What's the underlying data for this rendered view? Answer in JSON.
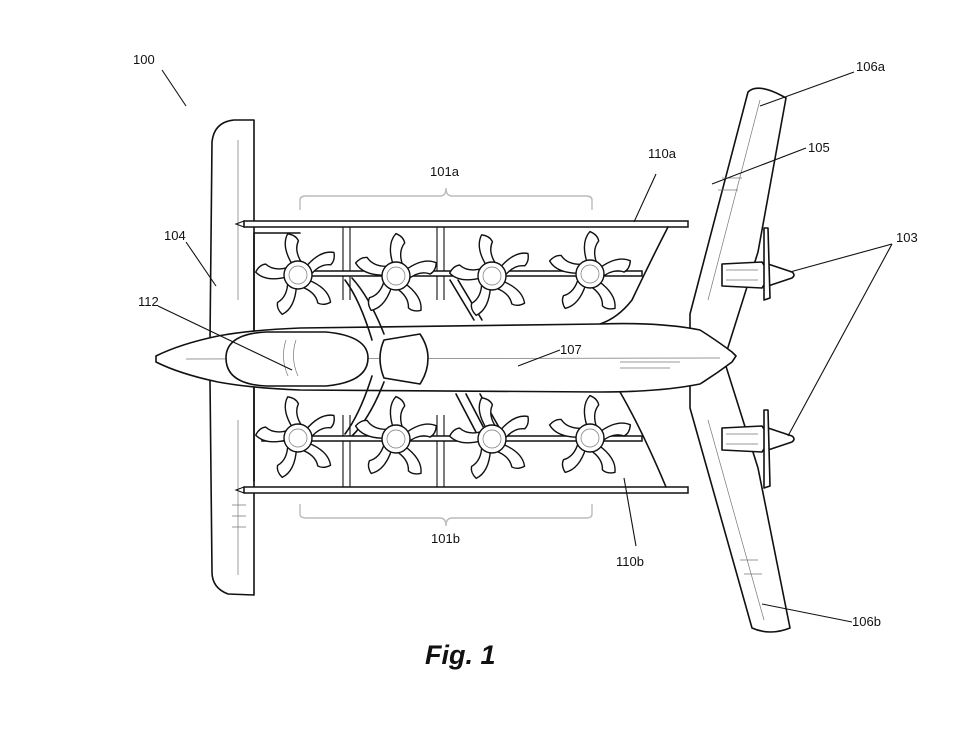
{
  "figure": {
    "caption": "Fig. 1",
    "labels": {
      "aircraft": "100",
      "rotor_group_top": "101a",
      "rotor_group_bottom": "101b",
      "pusher_propellers": "103",
      "canard": "104",
      "main_wing": "105",
      "wing_tip_top": "106a",
      "wing_tip_bottom": "106b",
      "fuselage": "107",
      "boom_top": "110a",
      "boom_bottom": "110b",
      "cockpit": "112"
    }
  }
}
